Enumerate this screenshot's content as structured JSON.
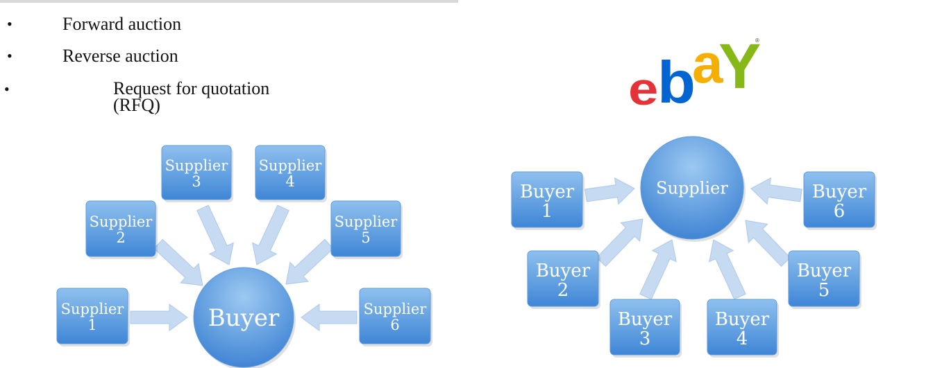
{
  "bullets": [
    {
      "text": "Forward auction"
    },
    {
      "text": "Reverse auction"
    },
    {
      "text": "Request for quotation (RFQ)"
    }
  ],
  "logo": {
    "letters": [
      {
        "char": "e",
        "color": "#e53238"
      },
      {
        "char": "b",
        "color": "#0064d2"
      },
      {
        "char": "a",
        "color": "#f5af02"
      },
      {
        "char": "Y",
        "color": "#86b817"
      }
    ],
    "reg": "®"
  },
  "reverse_auction": {
    "center": {
      "line1": "Buyer"
    },
    "nodes": [
      {
        "line1": "Supplier",
        "line2": "1"
      },
      {
        "line1": "Supplier",
        "line2": "2"
      },
      {
        "line1": "Supplier",
        "line2": "3"
      },
      {
        "line1": "Supplier",
        "line2": "4"
      },
      {
        "line1": "Supplier",
        "line2": "5"
      },
      {
        "line1": "Supplier",
        "line2": "6"
      }
    ]
  },
  "forward_auction": {
    "center": {
      "line1": "Supplier"
    },
    "nodes": [
      {
        "line1": "Buyer",
        "line2": "1"
      },
      {
        "line1": "Buyer",
        "line2": "2"
      },
      {
        "line1": "Buyer",
        "line2": "3"
      },
      {
        "line1": "Buyer",
        "line2": "4"
      },
      {
        "line1": "Buyer",
        "line2": "5"
      },
      {
        "line1": "Buyer",
        "line2": "6"
      }
    ]
  },
  "colors": {
    "box_top": "#8fc0ee",
    "box_bottom": "#3f86d6",
    "arrow": "#c3d9f2",
    "arrow_edge": "#a7c6ea"
  }
}
